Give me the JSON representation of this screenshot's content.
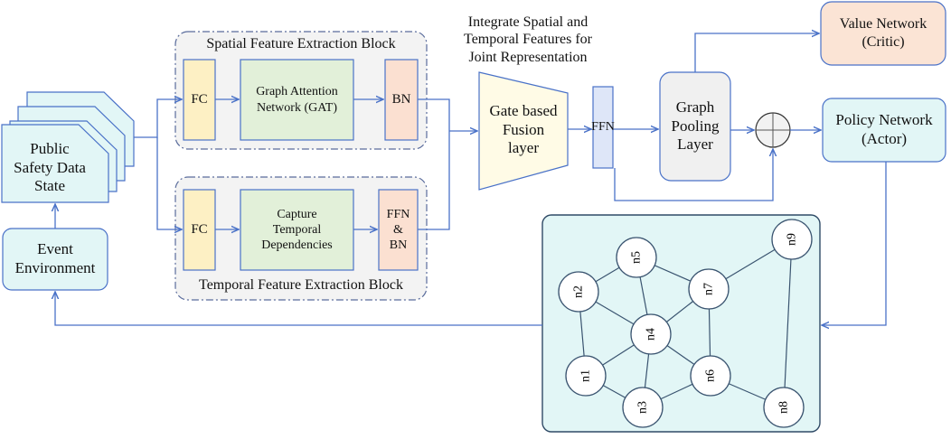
{
  "spatial_block": {
    "title": "Spatial Feature Extraction Block",
    "fc": "FC",
    "gat": "Graph Attention\nNetwork (GAT)",
    "bn": "BN"
  },
  "temporal_block": {
    "title": "Temporal Feature Extraction Block",
    "fc": "FC",
    "capture": "Capture\nTemporal\nDependencies",
    "ffn_bn": "FFN\n&\nBN"
  },
  "state": "Public\nSafety Data\nState",
  "environment": "Event\nEnvironment",
  "fusion_caption": "Integrate Spatial and\nTemporal Features for\nJoint Representation",
  "fusion": "Gate based\nFusion\nlayer",
  "ffn": "FFN",
  "pooling": "Graph\nPooling\nLayer",
  "value_network": "Value Network\n(Critic)",
  "policy_network": "Policy Network\n(Actor)",
  "graph_nodes": [
    "n1",
    "n2",
    "n3",
    "n4",
    "n5",
    "n6",
    "n7",
    "n8",
    "n9"
  ],
  "colors": {
    "line": "#4a72c8",
    "fc": "#fdf0c4",
    "gat": "#e2f0d9",
    "bn": "#fbe0d1",
    "fusion": "#fffbe6",
    "ffn": "#dee6f8",
    "pooling": "#f0f0f0",
    "value": "#fbe4d5",
    "policy": "#e2f6f6",
    "graph_bg": "#e2f6f6",
    "block_bg": "#f3f3f3"
  }
}
